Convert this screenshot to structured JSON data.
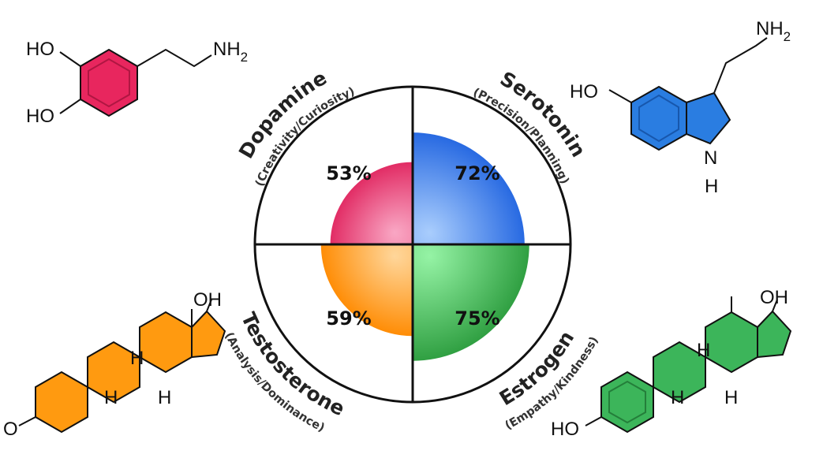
{
  "chart_data": {
    "type": "polar-area",
    "unit": "%",
    "max": 100,
    "series": [
      {
        "name": "Dopamine",
        "subtitle": "(Creativity/Curiosity)",
        "value": 53,
        "label": "53%",
        "quadrant": "top-left",
        "color": "#e0245e",
        "light": "#f9a7c4"
      },
      {
        "name": "Serotonin",
        "subtitle": "(Precision/Planning)",
        "value": 72,
        "label": "72%",
        "quadrant": "top-right",
        "color": "#1f63e0",
        "light": "#a9cdfd"
      },
      {
        "name": "Testosterone",
        "subtitle": "(Analysis/Dominance)",
        "value": 59,
        "label": "59%",
        "quadrant": "bottom-left",
        "color": "#ff8a00",
        "light": "#ffd69a"
      },
      {
        "name": "Estrogen",
        "subtitle": "(Empathy/Kindness)",
        "value": 75,
        "label": "75%",
        "quadrant": "bottom-right",
        "color": "#2e9e40",
        "light": "#95f3a5"
      }
    ]
  },
  "molecules": {
    "dopamine": {
      "ho1": "HO",
      "ho2": "HO",
      "nh2": "NH",
      "sub2": "2",
      "color": "#e8265e"
    },
    "serotonin": {
      "ho": "HO",
      "nh2": "NH",
      "sub2": "2",
      "n": "N",
      "h": "H",
      "color": "#2a7de1"
    },
    "testosterone": {
      "o": "O",
      "oh": "OH",
      "h1": "H",
      "h2": "H",
      "h3": "H",
      "color": "#ff9a10"
    },
    "estrogen": {
      "ho": "HO",
      "oh": "OH",
      "h1": "H",
      "h2": "H",
      "h3": "H",
      "color": "#3cb55a"
    }
  }
}
